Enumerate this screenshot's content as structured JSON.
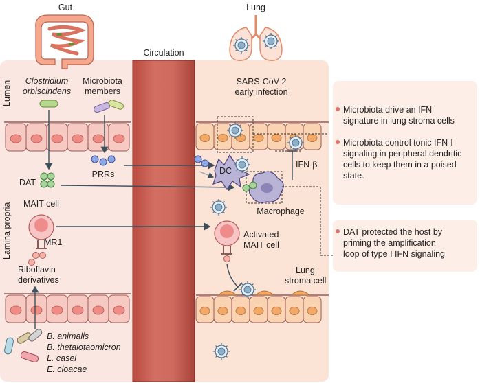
{
  "header": {
    "gut_label": "Gut",
    "lung_label": "Lung",
    "circulation_label": "Circulation"
  },
  "gut": {
    "lumen_label": "Lumen",
    "lamina_label": "Lamina propria",
    "clostridium_line1": "Clostridium",
    "clostridium_line2": "orbiscindens",
    "microbiota_line1": "Microbiota",
    "microbiota_line2": "members",
    "dat_label": "DAT",
    "prrs_label": "PRRs",
    "mait_label": "MAIT cell",
    "mr1_label": "MR1",
    "riboflavin_line1": "Riboflavin",
    "riboflavin_line2": "derivatives",
    "species": [
      "B. animalis",
      "B. thetaiotaomicron",
      "L. casei",
      "E. cloacae"
    ]
  },
  "lung": {
    "sars_line1": "SARS-CoV-2",
    "sars_line2": "early infection",
    "dc_label": "DC",
    "ifn_label": "IFN-β",
    "macrophage_label": "Macrophage",
    "activated_line1": "Activated",
    "activated_line2": "MAIT cell",
    "stroma_line1": "Lung",
    "stroma_line2": "stroma cell"
  },
  "notes": {
    "box1": [
      "Microbiota drive an IFN",
      "signature in lung stroma cells",
      "Microbiota control tonic IFN-I",
      "signaling in peripheral dendritic",
      "cells to keep them in a poised",
      "state."
    ],
    "box2": [
      "DAT protected the host by",
      "priming the amplification",
      "loop of type I IFN signaling"
    ]
  },
  "colors": {
    "panel_bg": "#fbe6dc",
    "circulation": "#c65a4e",
    "cell_fill": "#f6c9c2",
    "nucleus": "#f08c86",
    "note_bg": "#fdeee8",
    "bullet": "#e0706a"
  }
}
